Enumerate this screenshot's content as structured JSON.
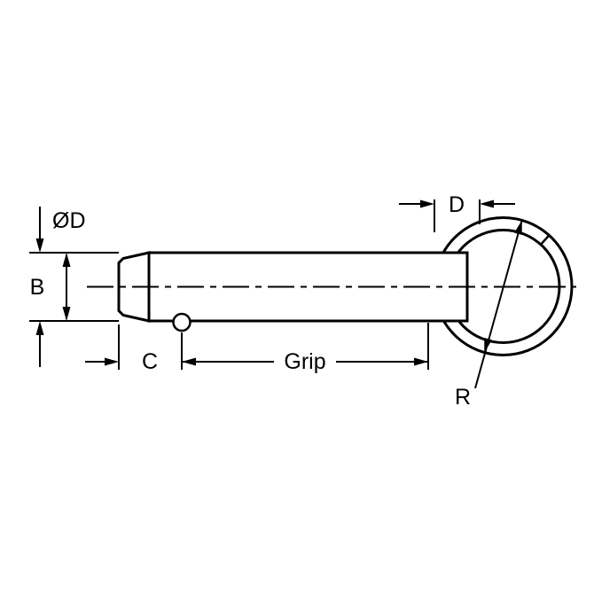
{
  "drawing": {
    "colors": {
      "line": "#000000",
      "background": "#ffffff"
    },
    "labels": {
      "od": "ØD",
      "b": "B",
      "c": "C",
      "grip": "Grip",
      "d": "D",
      "r": "R"
    }
  }
}
